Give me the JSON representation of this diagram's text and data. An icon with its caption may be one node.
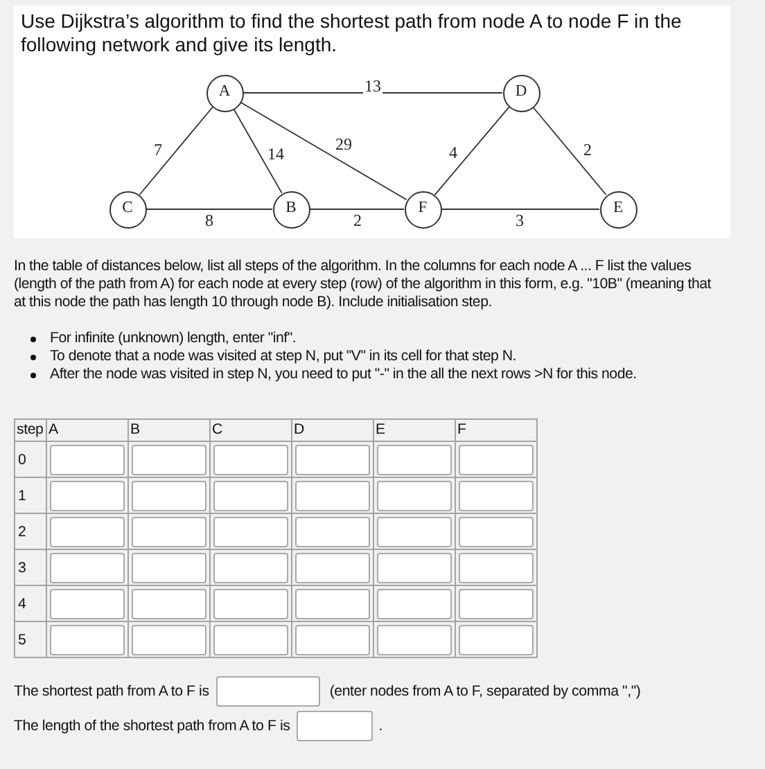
{
  "diagram": {
    "title": "Use Dijkstra’s algorithm to find the shortest path from node A to node F in the following network and give its length.",
    "nodes": [
      {
        "text": [
          "A"
        ]
      },
      {
        "text": [
          "D"
        ]
      },
      {
        "text": [
          "C"
        ]
      },
      {
        "text": [
          "B"
        ]
      },
      {
        "text": [
          "F"
        ]
      },
      {
        "text": [
          "E"
        ]
      }
    ],
    "edges": [
      {
        "from": 0,
        "to": 1,
        "arrow": "none",
        "label": "13"
      },
      {
        "from": 0,
        "to": 2,
        "arrow": "none",
        "label": "7"
      },
      {
        "from": 0,
        "to": 3,
        "arrow": "none",
        "label": "14"
      },
      {
        "from": 0,
        "to": 4,
        "arrow": "none",
        "label": "29"
      },
      {
        "from": 1,
        "to": 4,
        "arrow": "none",
        "label": "4"
      },
      {
        "from": 1,
        "to": 5,
        "arrow": "none",
        "label": "2"
      },
      {
        "from": 2,
        "to": 3,
        "arrow": "none",
        "label": "8"
      },
      {
        "from": 3,
        "to": 4,
        "arrow": "none",
        "label": "2"
      },
      {
        "from": 4,
        "to": 5,
        "arrow": "none",
        "label": "3"
      }
    ],
    "labels": [
      "In the table of distances below, list all steps of the algorithm. In the columns for each node A ... F list the values (length of the path from A) for each node at every step (row) of the algorithm in this form, e.g. \"10B\" (meaning that at this node the path has length 10 through node B). Include initialisation step.",
      "For infinite (unknown) length, enter \"inf\".",
      "To denote that a node was visited at step N, put \"V\" in its cell for that step N.",
      "After the node was visited in step N, you need to put \"-\" in the all the next rows >N for this node.",
      "step",
      "A",
      "B",
      "C",
      "D",
      "E",
      "F",
      "0",
      "1",
      "2",
      "3",
      "4",
      "5",
      "The shortest path from A to F is",
      "(enter nodes from A to F, separated by comma \",\")",
      "The length of the shortest path from A to F is",
      "."
    ]
  }
}
